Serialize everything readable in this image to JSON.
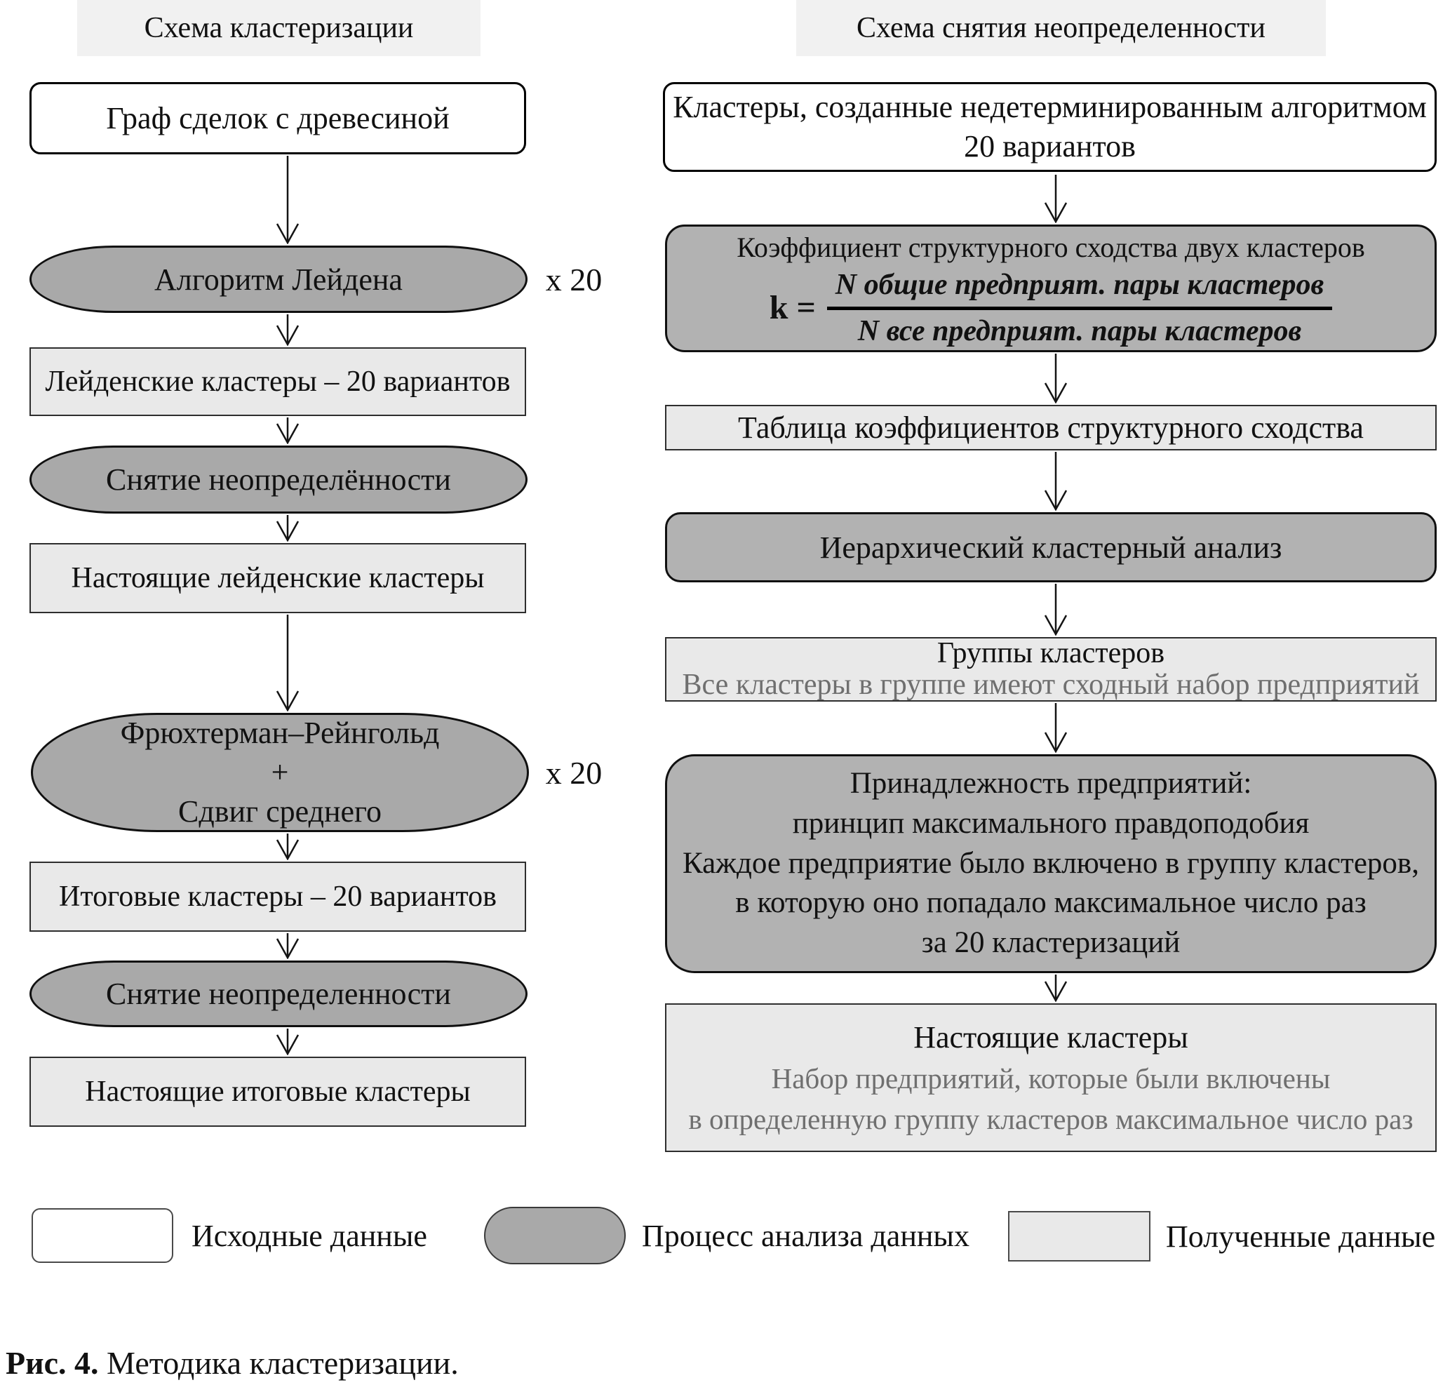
{
  "left": {
    "title": "Схема кластеризации",
    "source": "Граф сделок с древесиной",
    "leiden_algorithm": "Алгоритм Лейдена",
    "x20_top": "х 20",
    "leiden_clusters": "Лейденские кластеры – 20 вариантов",
    "uncertainty_removal_1": "Снятие неопределённости",
    "true_leiden_clusters": "Настоящие лейденские кластеры",
    "fr_line1": "Фрюхтерман–Рейнгольд",
    "fr_line2": "+",
    "fr_line3": "Сдвиг среднего",
    "x20_bottom": "х 20",
    "final_clusters": "Итоговые кластеры – 20 вариантов",
    "uncertainty_removal_2": "Снятие неопределенности",
    "true_final_clusters": "Настоящие итоговые кластеры"
  },
  "right": {
    "title": "Схема снятия неопределенности",
    "source_line1": "Кластеры, созданные недетерминированным алгоритмом",
    "source_line2": "20 вариантов",
    "coef_title": "Коэффициент структурного сходства двух кластеров",
    "k_label": "k =",
    "numerator": "N общие предприят. пары кластеров",
    "denominator": "N все предприят. пары кластеров",
    "table": "Таблица коэффициентов структурного сходства",
    "hierarchical": "Иерархический кластерный анализ",
    "groups_line1": "Группы кластеров",
    "groups_line2": "Все кластеры в группе имеют сходный набор предприятий",
    "belong_line1": "Принадлежность предприятий:",
    "belong_line2": "принцип максимального правдоподобия",
    "belong_line3": "Каждое предприятие было включено в группу кластеров,",
    "belong_line4": "в которую оно попадало максимальное число раз",
    "belong_line5": "за 20 кластеризаций",
    "true_line1": "Настоящие кластеры",
    "true_line2": "Набор предприятий, которые были включены",
    "true_line3": "в определенную группу кластеров максимальное число раз"
  },
  "legend": {
    "source_label": "Исходные данные",
    "process_label": "Процесс анализа данных",
    "result_label": "Полученные данные"
  },
  "figure": {
    "caption_label": "Рис. 4.",
    "caption_text": " Методика кластеризации."
  },
  "colors": {
    "process_fill_left": "#a9a9a9",
    "process_fill_right": "#b2b2b2",
    "result_fill": "#e9e9e9",
    "source_fill": "#ffffff",
    "title_bg": "#f1f1f1",
    "gray_text": "#6f6f6f"
  }
}
